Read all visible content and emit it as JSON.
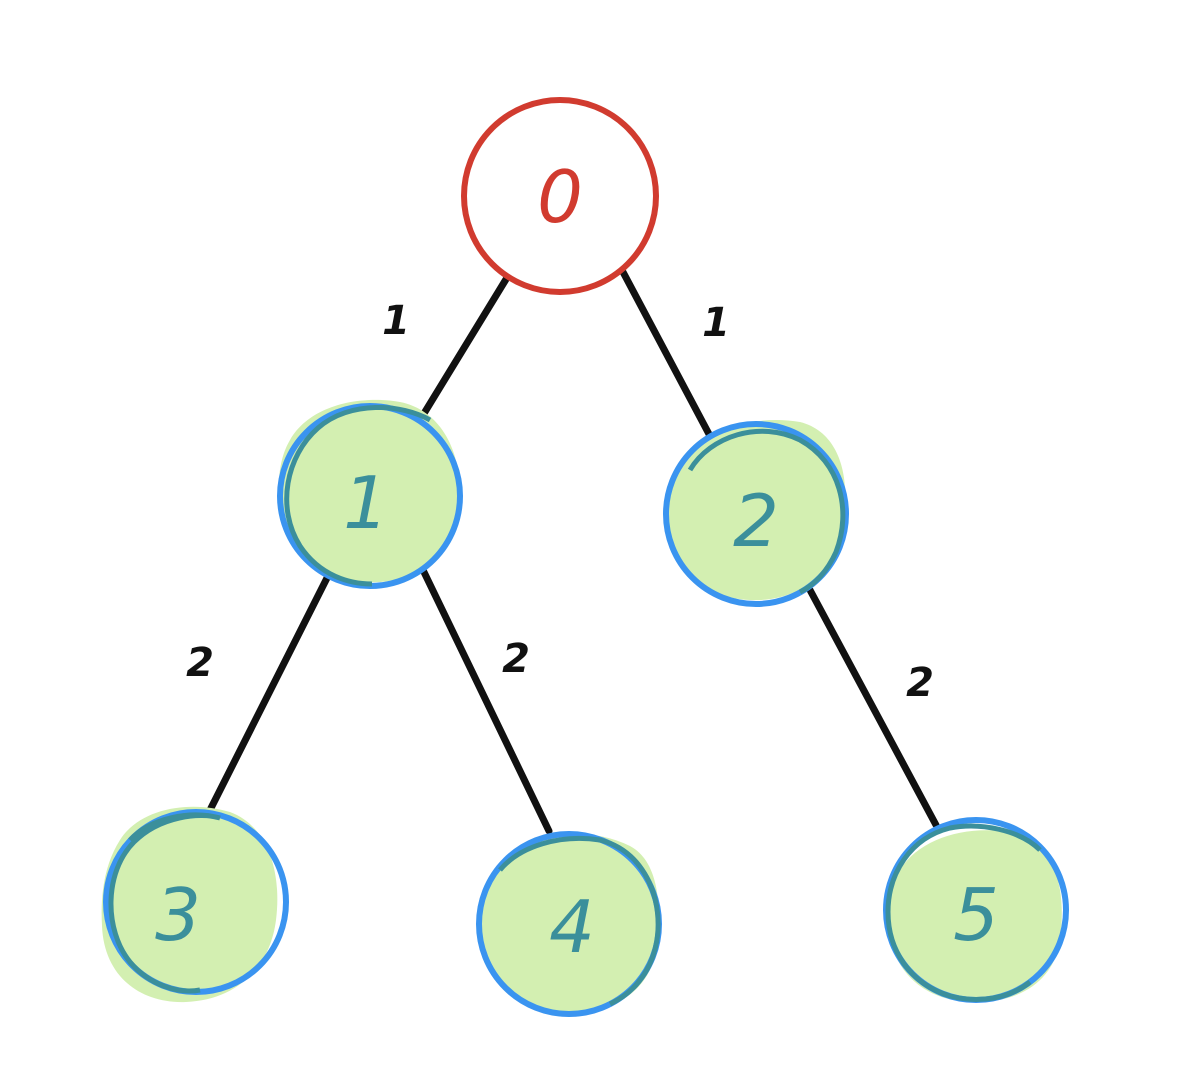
{
  "diagram": {
    "nodes": [
      {
        "id": "0",
        "label": "0",
        "style": "root",
        "fill": "#ffffff",
        "stroke": "#d13b2f",
        "text_color": "#d13b2f"
      },
      {
        "id": "1",
        "label": "1",
        "style": "visited",
        "fill": "#d3efb1",
        "stroke": "#3a94f0",
        "inner_stroke": "#3b8f9b",
        "text_color": "#3b8f9b"
      },
      {
        "id": "2",
        "label": "2",
        "style": "visited",
        "fill": "#d3efb1",
        "stroke": "#3a94f0",
        "inner_stroke": "#3b8f9b",
        "text_color": "#3b8f9b"
      },
      {
        "id": "3",
        "label": "3",
        "style": "visited",
        "fill": "#d3efb1",
        "stroke": "#3a94f0",
        "inner_stroke": "#3b8f9b",
        "text_color": "#3b8f9b"
      },
      {
        "id": "4",
        "label": "4",
        "style": "visited",
        "fill": "#d3efb1",
        "stroke": "#3a94f0",
        "inner_stroke": "#3b8f9b",
        "text_color": "#3b8f9b"
      },
      {
        "id": "5",
        "label": "5",
        "style": "visited",
        "fill": "#d3efb1",
        "stroke": "#3a94f0",
        "inner_stroke": "#3b8f9b",
        "text_color": "#3b8f9b"
      }
    ],
    "edges": [
      {
        "from": "0",
        "to": "1",
        "label": "1"
      },
      {
        "from": "0",
        "to": "2",
        "label": "1"
      },
      {
        "from": "1",
        "to": "3",
        "label": "2"
      },
      {
        "from": "1",
        "to": "4",
        "label": "2"
      },
      {
        "from": "2",
        "to": "5",
        "label": "2"
      }
    ],
    "colors": {
      "edge": "#111111",
      "root": "#d13b2f",
      "visited_fill": "#d3efb1",
      "visited_outline": "#3a94f0",
      "visited_text": "#3b8f9b"
    }
  }
}
